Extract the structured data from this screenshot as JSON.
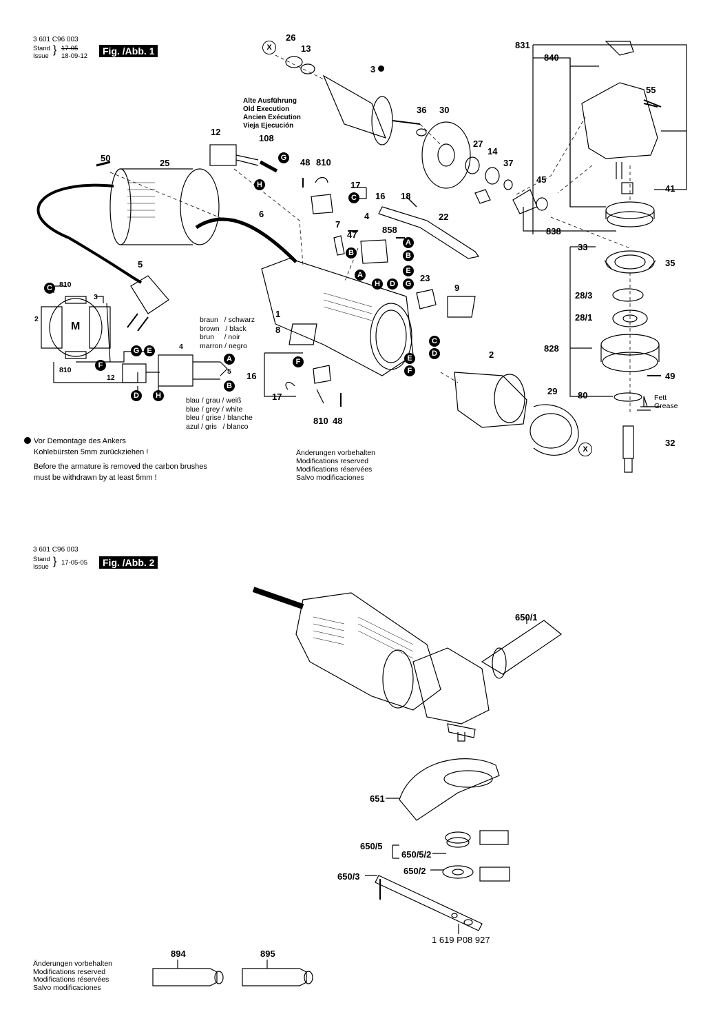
{
  "fig1": {
    "doc_number": "3 601 C96 003",
    "stand_label": "Stand",
    "issue_label": "Issue",
    "stand_value": "17-05",
    "issue_value": "18-09-12",
    "fig_label": "Fig. /Abb. 1",
    "old_execution": "Alte Ausführung\nOld Execution\nAncien Exécution\nVieja Ejecución",
    "wire_colors_top": "braun   / schwarz\nbrown   / black\nbrun     / noir\nmarron / negro",
    "wire_colors_bottom": "blau / grau / weiß\nblue / grey / white\nbleu / grise / blanche\nazul / gris   / blanco",
    "note_de": "Vor Demontage des Ankers\nKohlebürsten 5mm zurückziehen !",
    "note_en": "Before the armature is removed the carbon brushes\nmust be withdrawn by at least 5mm !",
    "modifications": "Änderungen vorbehalten\nModifications reserved\nModifications réservées\nSalvo modificaciones",
    "grease": "Fett\nGrease"
  },
  "fig2": {
    "doc_number": "3 601 C96 003",
    "stand_label": "Stand",
    "issue_label": "Issue",
    "stand_value": "17-05-05",
    "fig_label": "Fig. /Abb. 2",
    "accessory_number": "1 619 P08 927",
    "modifications": "Änderungen vorbehalten\nModifications reserved\nModifications réservées\nSalvo modificaciones"
  },
  "parts": {
    "p26": "26",
    "p13": "13",
    "p3": "3",
    "p831": "831",
    "p840": "840",
    "p55": "55",
    "p12": "12",
    "p108": "108",
    "p36": "36",
    "p30": "30",
    "p50": "50",
    "p25": "25",
    "p48": "48",
    "p810": "810",
    "p27": "27",
    "p14": "14",
    "p37": "37",
    "p17": "17",
    "p16": "16",
    "p18": "18",
    "p45": "45",
    "p41": "41",
    "p6": "6",
    "p4": "4",
    "p22": "22",
    "p7": "7",
    "p47": "47",
    "p858": "858",
    "p838": "838",
    "p33": "33",
    "p35": "35",
    "p5": "5",
    "p9": "9",
    "p23": "23",
    "p28_3": "28/3",
    "p28_1": "28/1",
    "p1": "1",
    "p8": "8",
    "p828": "828",
    "p2": "2",
    "p49": "49",
    "p29": "29",
    "p80": "80",
    "p32": "32",
    "p16b": "16",
    "p17b": "17",
    "p810b": "810",
    "p48b": "48",
    "w810a": "810",
    "w3": "3",
    "w2": "2",
    "w810b": "810",
    "w12": "12",
    "w4": "4",
    "w5": "5",
    "m": "M",
    "p650_1": "650/1",
    "p651": "651",
    "p650_5": "650/5",
    "p650_5_2": "650/5/2",
    "p650_2": "650/2",
    "p650_3": "650/3",
    "p894": "894",
    "p895": "895"
  },
  "markers": {
    "X": "X",
    "G": "G",
    "H": "H",
    "C": "C",
    "A": "A",
    "B": "B",
    "E": "E",
    "D": "D",
    "F": "F"
  }
}
